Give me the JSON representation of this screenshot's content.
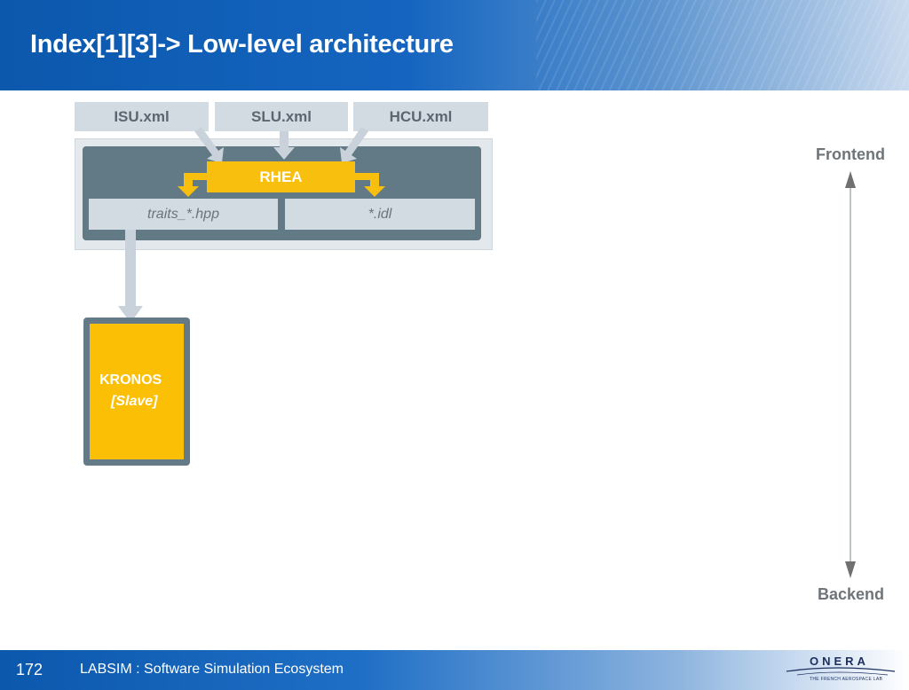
{
  "header": {
    "title": "Index[1][3]-> Low-level architecture"
  },
  "inputs": {
    "isu": "ISU.xml",
    "slu": "SLU.xml",
    "hcu": "HCU.xml"
  },
  "rhea": {
    "label": "RHEA"
  },
  "outputs": {
    "traits": "traits_*.hpp",
    "idl": "*.idl"
  },
  "kronos": {
    "title": "KRONOS",
    "subtitle": "[Slave]"
  },
  "axis": {
    "top": "Frontend",
    "bottom": "Backend"
  },
  "footer": {
    "page_number": "172",
    "text": "LABSIM : Software Simulation Ecosystem"
  },
  "logo": {
    "name": "ONERA",
    "tagline": "THE FRENCH AEROSPACE LAB"
  },
  "colors": {
    "brand_blue": "#0b58ad",
    "accent_yellow": "#f8bf0f",
    "panel_slate": "#617a86",
    "box_grey": "#d3dbe2"
  }
}
